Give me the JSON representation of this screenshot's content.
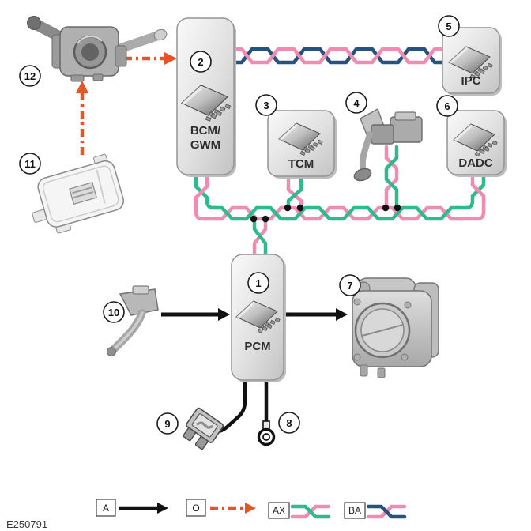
{
  "figure_id": "E250791",
  "colors": {
    "pink": "#ef8cb2",
    "green": "#2eb98e",
    "blue": "#27517f",
    "orange": "#e8532a",
    "black": "#111111"
  },
  "modules": {
    "bcm": {
      "line1": "BCM/",
      "line2": "GWM",
      "callout": "2"
    },
    "tcm": {
      "label": "TCM",
      "callout": "3"
    },
    "ipc": {
      "label": "IPC",
      "callout": "5"
    },
    "dadc": {
      "label": "DADC",
      "callout": "6"
    },
    "pcm": {
      "label": "PCM",
      "callout": "1"
    }
  },
  "callouts": {
    "c1": "1",
    "c2": "2",
    "c3": "3",
    "c4": "4",
    "c5": "5",
    "c6": "6",
    "c7": "7",
    "c8": "8",
    "c9": "9",
    "c10": "10",
    "c11": "11",
    "c12": "12"
  },
  "components": {
    "steering_column_switch": {
      "callout": "12"
    },
    "column_module": {
      "callout": "11"
    },
    "clutch_pedal_sensor": {
      "callout": "4"
    },
    "accelerator_pedal": {
      "callout": "10"
    },
    "throttle_body": {
      "callout": "7"
    },
    "fuse": {
      "callout": "9"
    },
    "ground_ring_terminal": {
      "callout": "8"
    }
  },
  "icons": {
    "chip": "microcontroller-chip-icon",
    "black_arrow": "solid-arrow-icon",
    "orange_arrow": "dash-dot-arrow-icon",
    "twist_ax": "twisted-pair-green-pink-icon",
    "twist_ba": "twisted-pair-pink-blue-icon"
  },
  "legend": {
    "items": [
      {
        "code": "A",
        "type": "black-solid-arrow"
      },
      {
        "code": "O",
        "type": "orange-dash-dot-arrow"
      },
      {
        "code": "AX",
        "type": "twisted-pair-pink-green"
      },
      {
        "code": "BA",
        "type": "twisted-pair-pink-blue"
      }
    ]
  }
}
